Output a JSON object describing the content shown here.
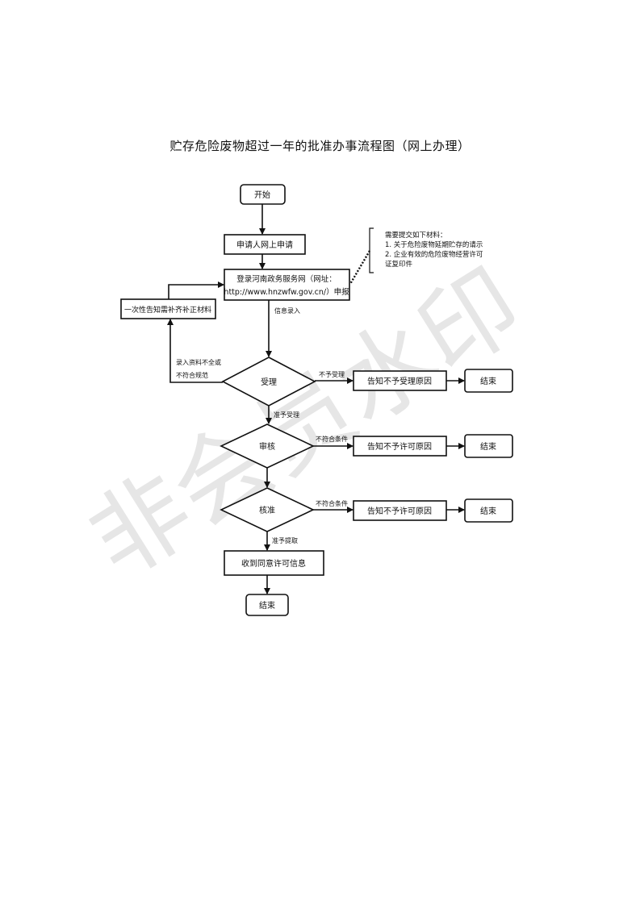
{
  "title": "贮存危险废物超过一年的批准办事流程图（网上办理）",
  "watermark": "非会员水印",
  "nodes": {
    "start": "开始",
    "apply": "申请人网上申请",
    "login_line1": "登录河南政务服务网（网址：",
    "login_line2": "http://www.hnzwfw.gov.cn/）申报",
    "supplement": "一次性告知需补齐补正材料",
    "accept": "受理",
    "review": "审核",
    "approve": "核准",
    "notify_not_accept": "告知不予受理原因",
    "notify_not_permit_1": "告知不予许可原因",
    "notify_not_permit_2": "告知不予许可原因",
    "end_1": "结束",
    "end_2": "结束",
    "end_3": "结束",
    "received": "收到同意许可信息",
    "end_final": "结束"
  },
  "labels": {
    "info_entry": "信息录入",
    "incomplete_1": "录入资料不全或",
    "incomplete_2": "不符合规范",
    "not_accept": "不予受理",
    "grant_accept": "准予受理",
    "not_meet_1": "不符合条件",
    "not_meet_2": "不符合条件",
    "grant_pickup": "准予提取"
  },
  "note": {
    "line1": "需要提交如下材料：",
    "line2": "1.  关于危险废物延期贮存的请示",
    "line3": "2.  企业有效的危险废物经营许可",
    "line4": "证复印件"
  }
}
